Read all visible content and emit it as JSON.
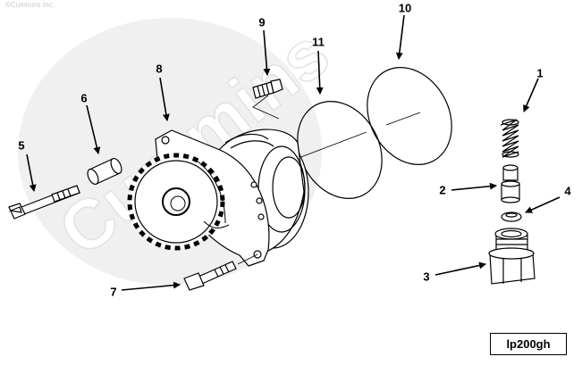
{
  "copyright": "©Cummins Inc.",
  "watermark": "Cummins",
  "reference_code": "lp200gh",
  "callouts": [
    "1",
    "2",
    "3",
    "4",
    "5",
    "6",
    "7",
    "8",
    "9",
    "10",
    "11"
  ]
}
